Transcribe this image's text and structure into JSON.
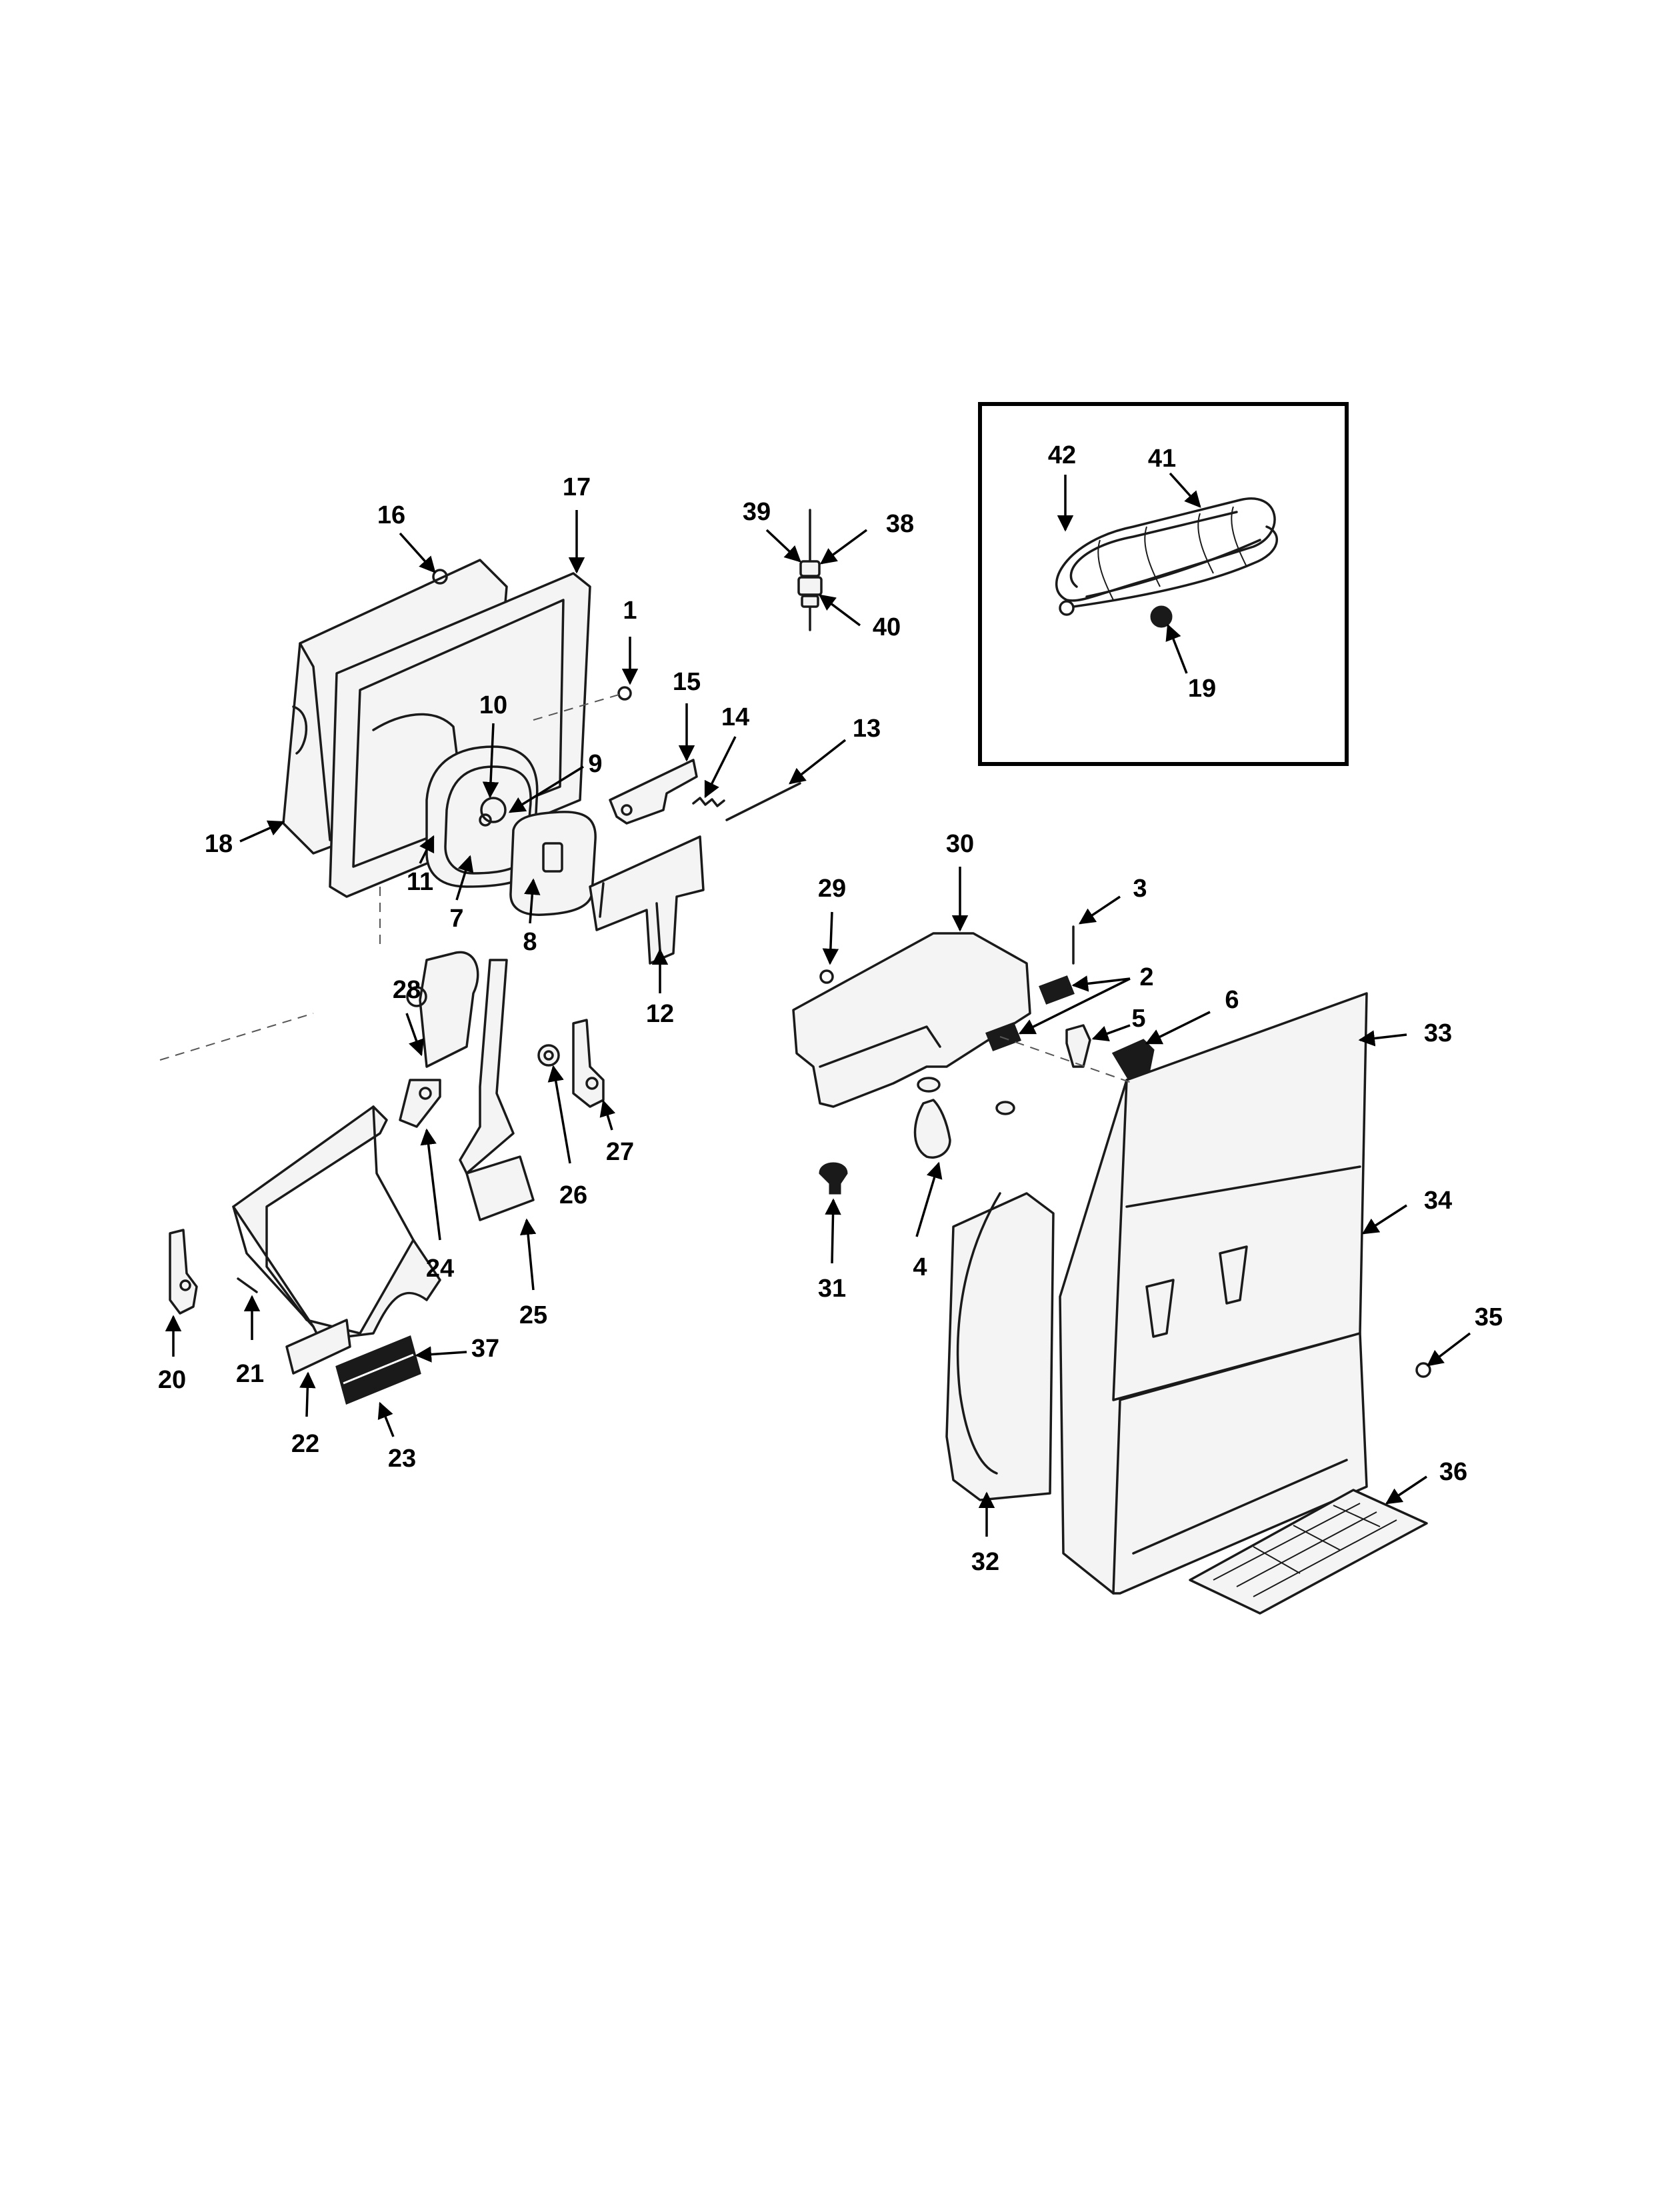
{
  "callouts": [
    {
      "label": "1"
    },
    {
      "label": "2"
    },
    {
      "label": "3"
    },
    {
      "label": "4"
    },
    {
      "label": "5"
    },
    {
      "label": "6"
    },
    {
      "label": "7"
    },
    {
      "label": "8"
    },
    {
      "label": "9"
    },
    {
      "label": "10"
    },
    {
      "label": "11"
    },
    {
      "label": "12"
    },
    {
      "label": "13"
    },
    {
      "label": "14"
    },
    {
      "label": "15"
    },
    {
      "label": "16"
    },
    {
      "label": "17"
    },
    {
      "label": "18"
    },
    {
      "label": "19"
    },
    {
      "label": "20"
    },
    {
      "label": "21"
    },
    {
      "label": "22"
    },
    {
      "label": "23"
    },
    {
      "label": "24"
    },
    {
      "label": "25"
    },
    {
      "label": "26"
    },
    {
      "label": "27"
    },
    {
      "label": "28"
    },
    {
      "label": "29"
    },
    {
      "label": "30"
    },
    {
      "label": "31"
    },
    {
      "label": "32"
    },
    {
      "label": "33"
    },
    {
      "label": "34"
    },
    {
      "label": "35"
    },
    {
      "label": "36"
    },
    {
      "label": "37"
    },
    {
      "label": "38"
    },
    {
      "label": "39"
    },
    {
      "label": "40"
    },
    {
      "label": "41"
    },
    {
      "label": "42"
    }
  ]
}
